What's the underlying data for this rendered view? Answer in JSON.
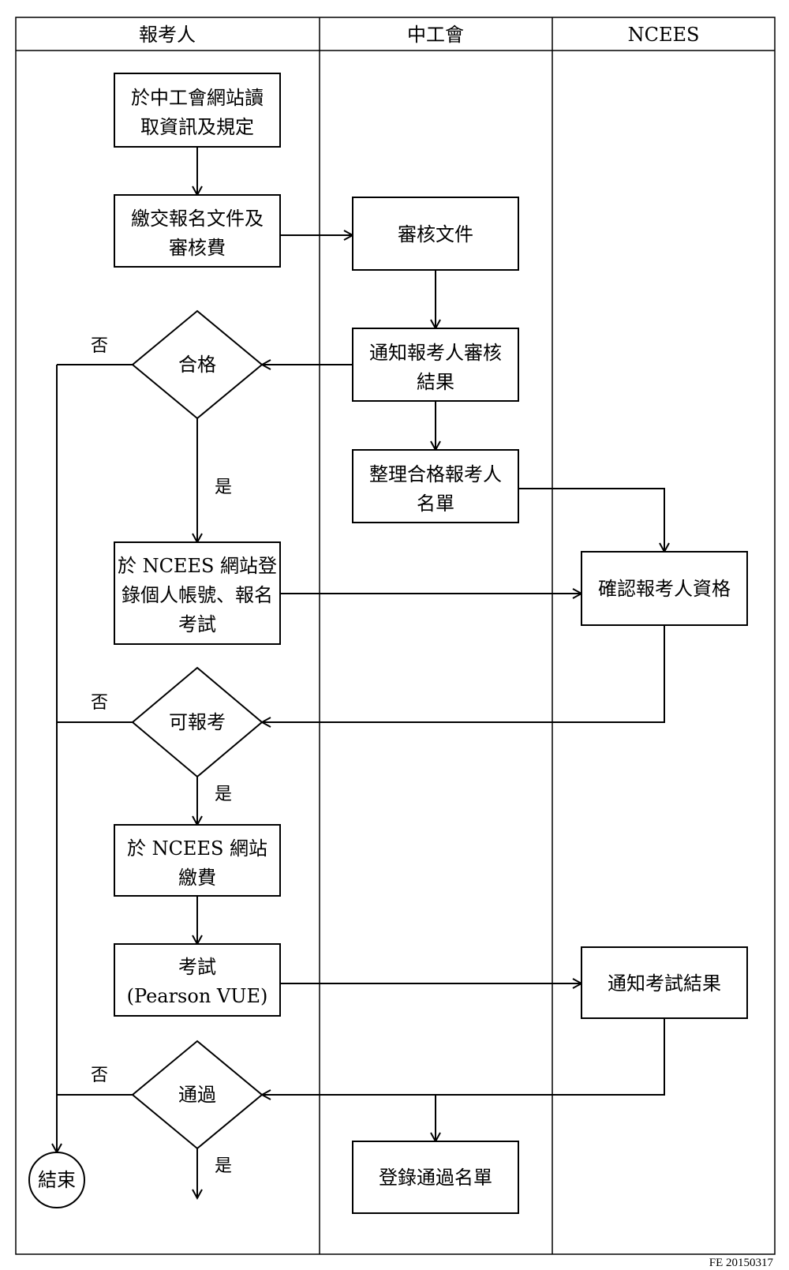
{
  "lanes": {
    "applicant": "報考人",
    "association": "中工會",
    "ncees": "NCEES"
  },
  "nodes": {
    "read_info": [
      "於中工會網站讀",
      "取資訊及規定"
    ],
    "submit_docs": [
      "繳交報名文件及",
      "審核費"
    ],
    "review_docs": [
      "審核文件"
    ],
    "notify_review": [
      "通知報考人審核",
      "結果"
    ],
    "qualified": [
      "合格"
    ],
    "compile_list": [
      "整理合格報考人",
      "名單"
    ],
    "register_ncees": [
      "於 NCEES 網站登",
      "錄個人帳號、報名",
      "考試"
    ],
    "confirm_eligibility": [
      "確認報考人資格"
    ],
    "can_apply": [
      "可報考"
    ],
    "pay_ncees": [
      "於 NCEES 網站",
      "繳費"
    ],
    "exam": [
      "考試",
      "(Pearson VUE)"
    ],
    "notify_result": [
      "通知考試結果"
    ],
    "passed": [
      "通過"
    ],
    "record_pass": [
      "登錄通過名單"
    ],
    "end": [
      "結束"
    ]
  },
  "edge_labels": {
    "no": "否",
    "yes": "是"
  },
  "footer": "FE 20150317"
}
